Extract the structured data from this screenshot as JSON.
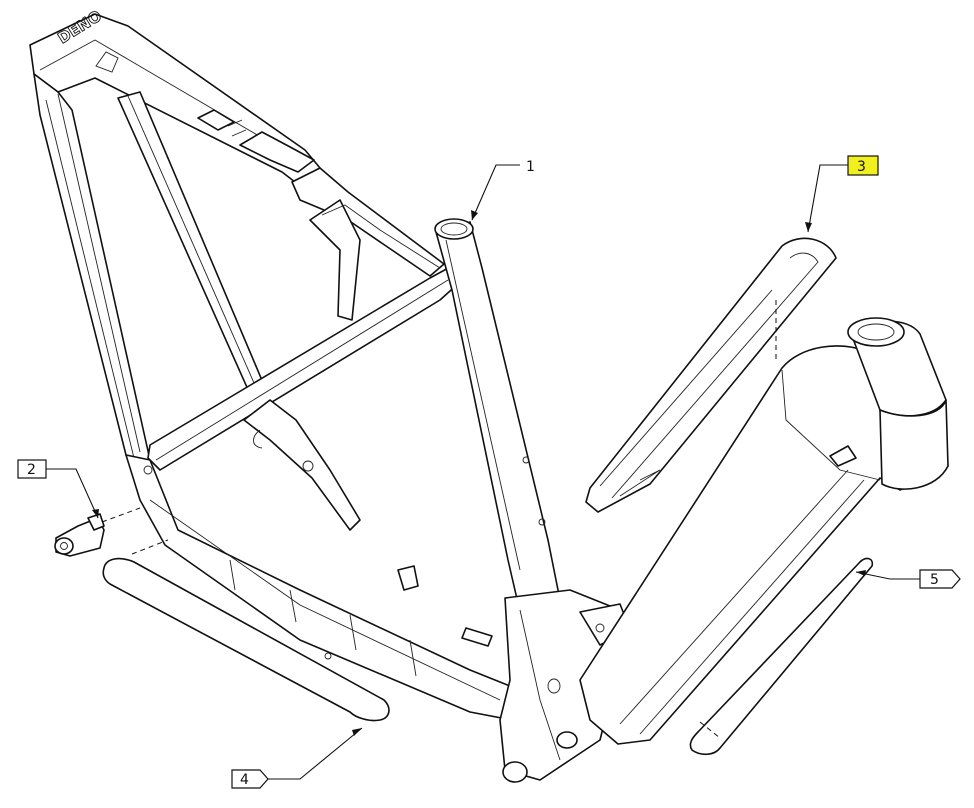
{
  "brand_mark": "DENO",
  "callouts": [
    {
      "id": "1",
      "label": "1",
      "style": "plain"
    },
    {
      "id": "2",
      "label": "2",
      "style": "box"
    },
    {
      "id": "3",
      "label": "3",
      "style": "box-highlight",
      "highlight_color": "#f2ef1f"
    },
    {
      "id": "4",
      "label": "4",
      "style": "flag"
    },
    {
      "id": "5",
      "label": "5",
      "style": "flag"
    }
  ]
}
